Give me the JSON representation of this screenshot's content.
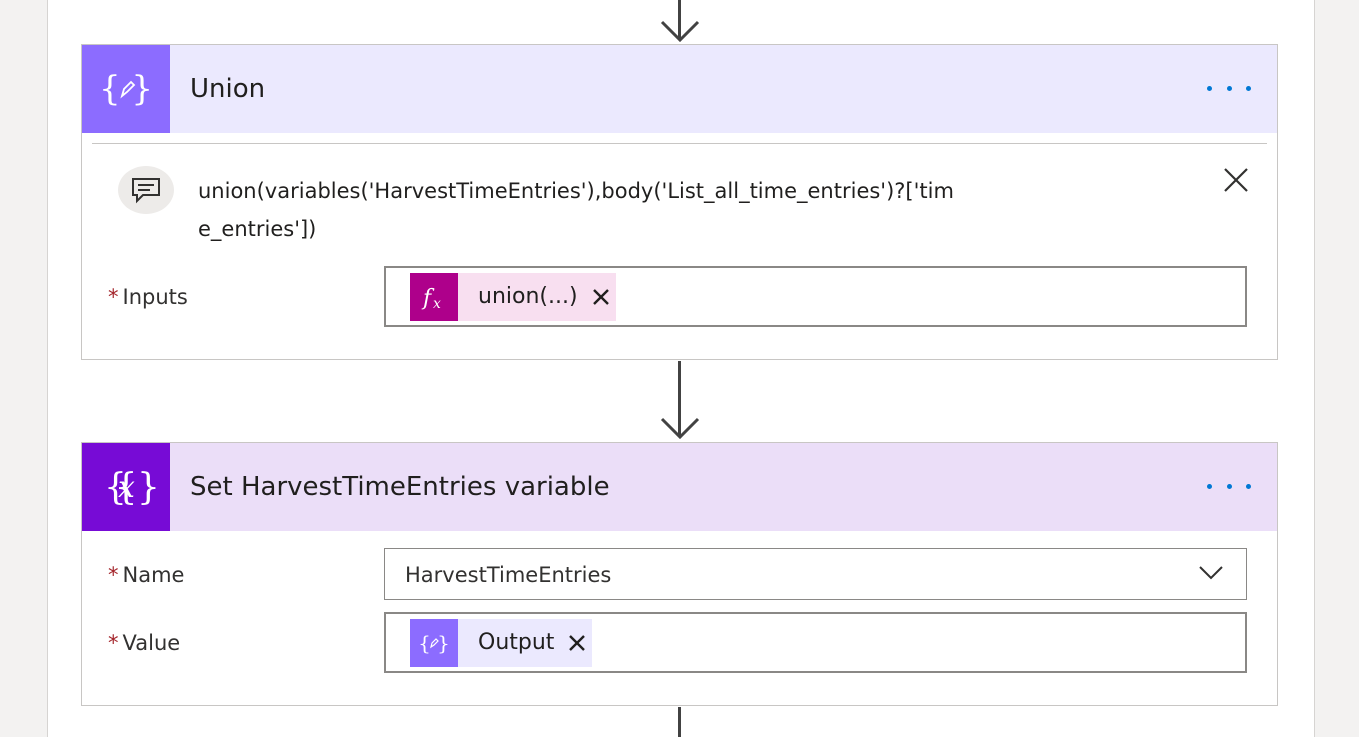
{
  "union_card": {
    "title": "Union",
    "comment": "union(variables('HarvestTimeEntries'),body('List_all_time_entries')?['time_entries'])",
    "inputs_label": "Inputs",
    "inputs_token": "union(...)",
    "required_mark": "*",
    "icon": "compose-braces-icon",
    "header_color": "#ebe9fe",
    "icon_color": "#8c6cff"
  },
  "set_variable_card": {
    "title": "Set HarvestTimeEntries variable",
    "name_label": "Name",
    "name_value": "HarvestTimeEntries",
    "value_label": "Value",
    "value_token": "Output",
    "required_mark": "*",
    "icon": "variable-x-icon",
    "header_color": "#ebdef8",
    "icon_color": "#770bd6"
  },
  "colors": {
    "accent": "#0078d4",
    "expression_token": "#ae008b",
    "required": "#a4262c"
  }
}
